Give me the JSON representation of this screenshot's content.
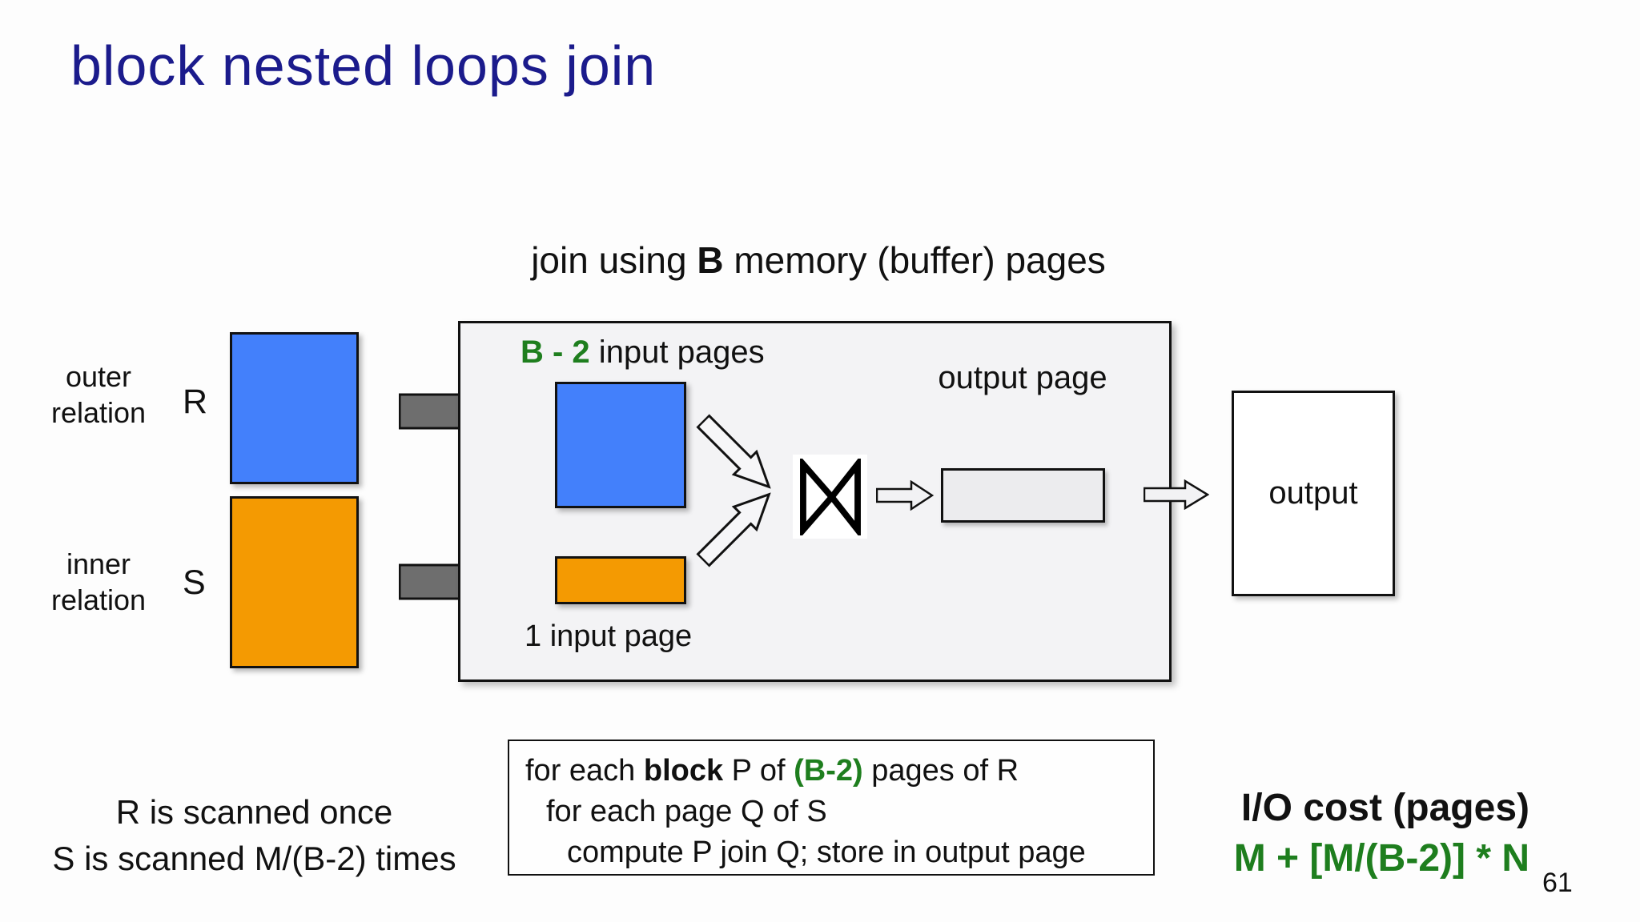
{
  "slide": {
    "title": "block nested loops join",
    "page_number": "61"
  },
  "caption": {
    "pre": "join using ",
    "bold": "B",
    "post": " memory (buffer) pages"
  },
  "relations": {
    "outer": {
      "label_line1": "outer",
      "label_line2": "relation",
      "letter": "R"
    },
    "inner": {
      "label_line1": "inner",
      "label_line2": "relation",
      "letter": "S"
    }
  },
  "buffer": {
    "input_pages_green": "B - 2",
    "input_pages_rest": " input pages",
    "one_input_page_label": "1 input page",
    "output_page_label": "output page"
  },
  "output": {
    "label": "output"
  },
  "notes": {
    "line1": "R is scanned once",
    "line2": "S is scanned M/(B-2) times"
  },
  "pseudocode": {
    "line1": {
      "t1": "for each ",
      "b": "block",
      "t2": " P of ",
      "g": "(B-2)",
      "t3": " pages of R"
    },
    "line2": "for each page Q of S",
    "line3": "compute P join Q; store in output page"
  },
  "io_cost": {
    "heading": "I/O cost (pages)",
    "formula": "M + [M/(B-2)] * N"
  },
  "colors": {
    "title_navy": "#1b1b8c",
    "accent_green": "#1e7e1e",
    "relation_r_blue": "#4380fb",
    "relation_s_orange": "#f49a02",
    "flow_arrow_gray": "#6e6e6e",
    "buffer_box_fill": "#f3f3f5"
  },
  "icons": {
    "flow_arrow": "right-block-arrow",
    "feed_arrow": "outlined-right-arrow",
    "join_symbol": "bowtie-join"
  }
}
